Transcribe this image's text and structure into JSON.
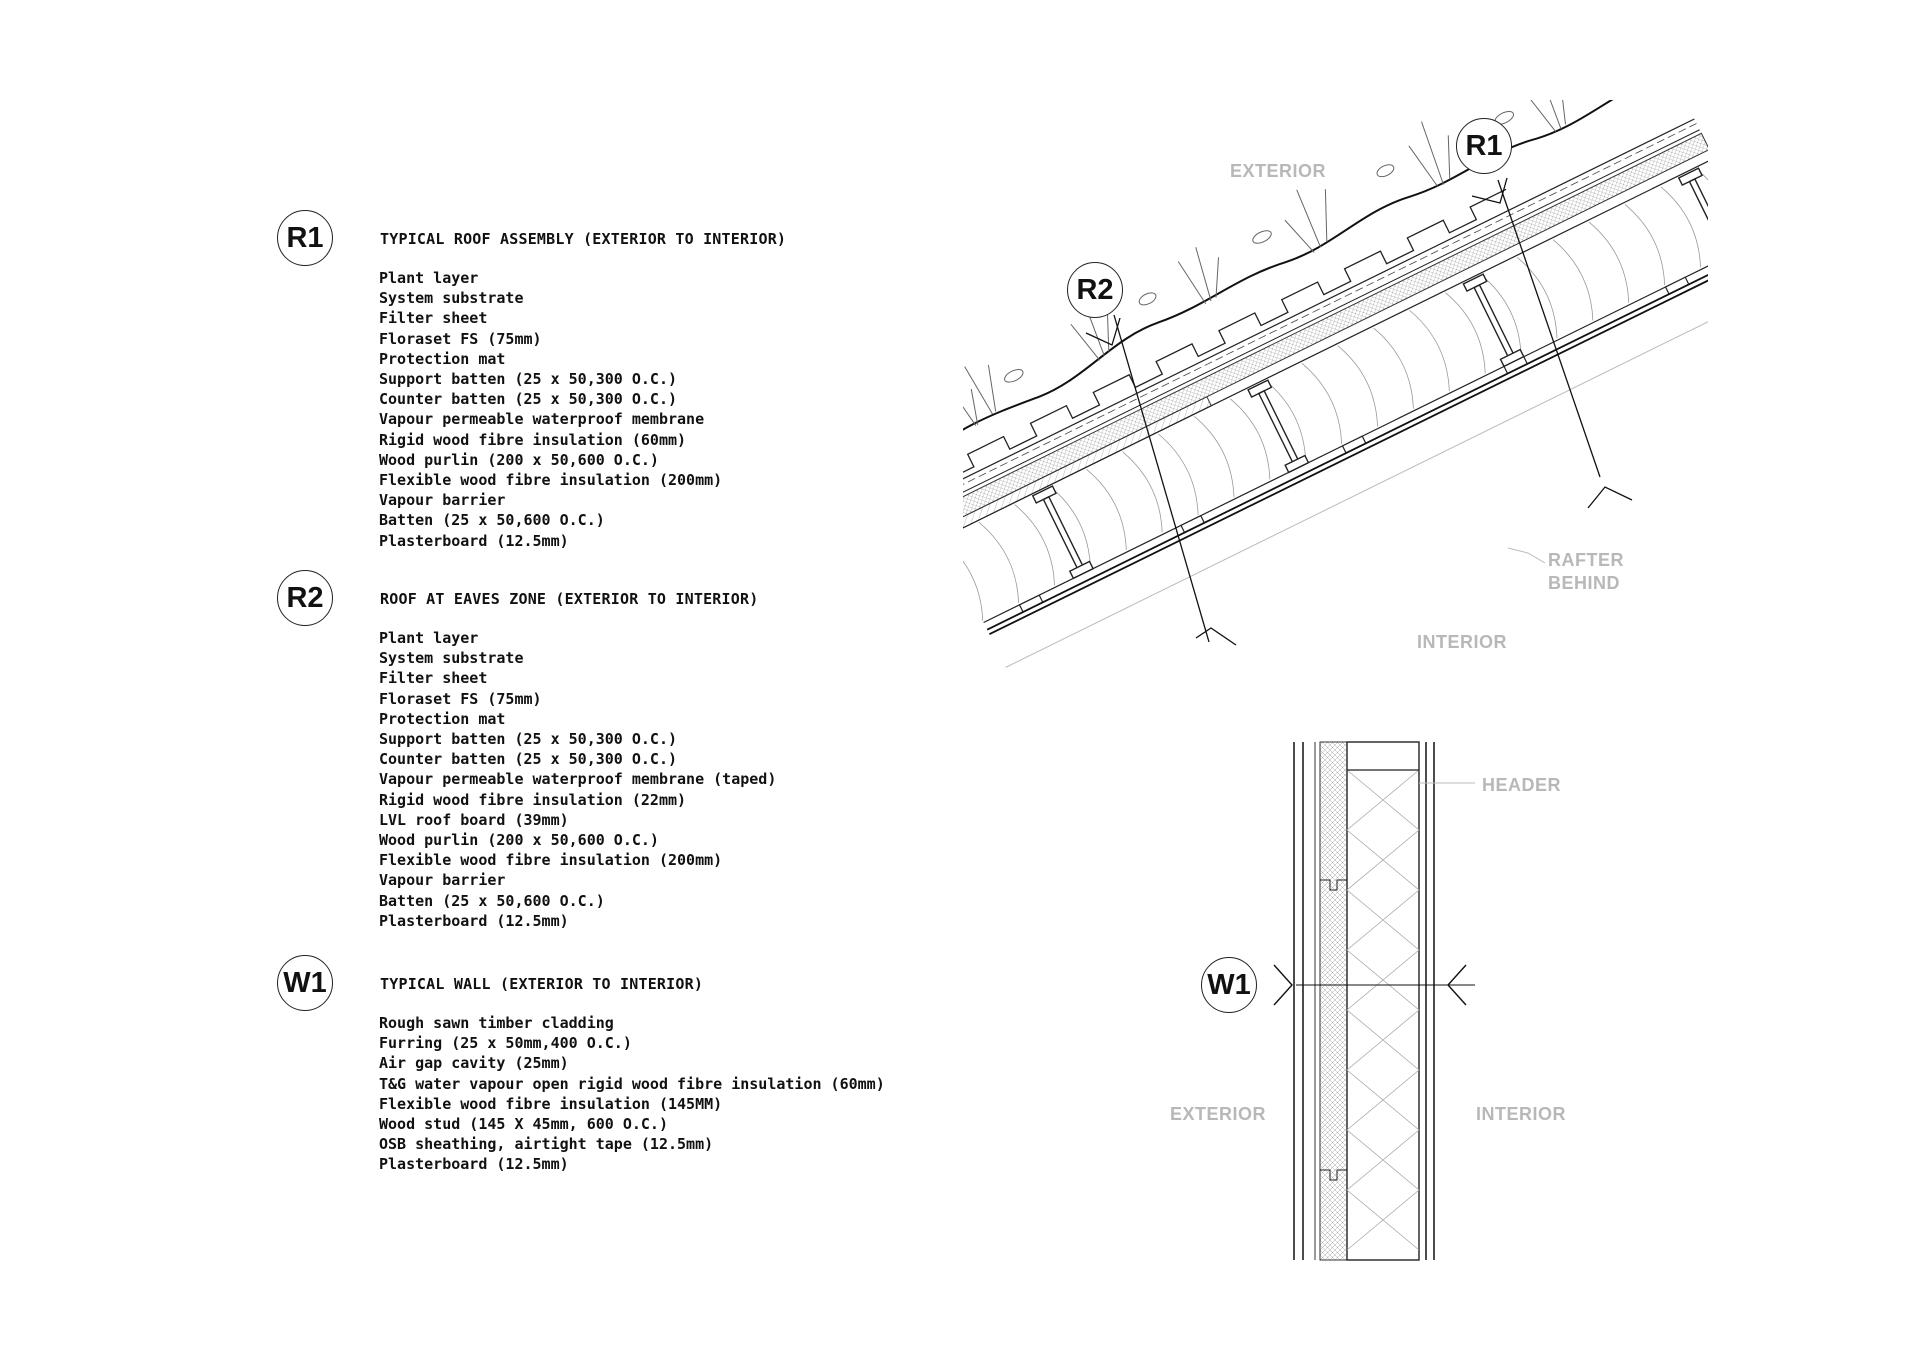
{
  "sections": {
    "r1": {
      "tag": "R1",
      "title": "TYPICAL ROOF ASSEMBLY (EXTERIOR TO INTERIOR)",
      "layers": [
        "Plant layer",
        "System substrate",
        "Filter sheet",
        "Floraset FS (75mm)",
        "Protection mat",
        "Support batten (25 x 50,300 O.C.)",
        "Counter batten (25 x 50,300 O.C.)",
        "Vapour permeable waterproof membrane",
        "Rigid wood fibre insulation (60mm)",
        "Wood purlin (200 x 50,600 O.C.)",
        "Flexible wood fibre insulation (200mm)",
        "Vapour barrier",
        "Batten (25 x 50,600 O.C.)",
        "Plasterboard  (12.5mm)"
      ]
    },
    "r2": {
      "tag": "R2",
      "title": "ROOF AT EAVES ZONE (EXTERIOR TO INTERIOR)",
      "layers": [
        "Plant layer",
        "System substrate",
        "Filter sheet",
        "Floraset FS (75mm)",
        "Protection mat",
        "Support batten (25 x 50,300 O.C.)",
        "Counter batten (25 x 50,300 O.C.)",
        "Vapour permeable waterproof membrane (taped)",
        "Rigid wood fibre insulation (22mm)",
        "LVL roof board (39mm)",
        "Wood purlin (200 x 50,600 O.C.)",
        "Flexible wood fibre insulation (200mm)",
        "Vapour barrier",
        "Batten (25 x 50,600 O.C.)",
        "Plasterboard  (12.5mm)"
      ]
    },
    "w1": {
      "tag": "W1",
      "title": "TYPICAL WALL (EXTERIOR TO INTERIOR)",
      "layers": [
        "Rough sawn timber cladding",
        "Furring (25 x 50mm,400 O.C.)",
        "Air gap cavity (25mm)",
        "T&G water vapour open rigid wood fibre insulation (60mm)",
        "Flexible wood fibre insulation (145MM)",
        "Wood stud (145 X 45mm, 600 O.C.)",
        "OSB sheathing, airtight tape (12.5mm)",
        "Plasterboard  (12.5mm)"
      ]
    }
  },
  "roof_section": {
    "exterior_label": "EXTERIOR",
    "interior_label": "INTERIOR",
    "rafter_label_1": "RAFTER",
    "rafter_label_2": "BEHIND",
    "tag_r1": "R1",
    "tag_r2": "R2"
  },
  "wall_section": {
    "tag_w1": "W1",
    "header_label": "HEADER",
    "exterior_label": "EXTERIOR",
    "interior_label": "INTERIOR"
  }
}
